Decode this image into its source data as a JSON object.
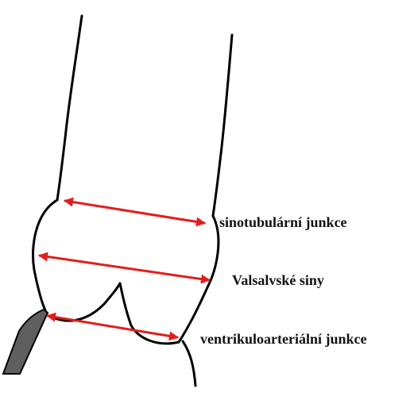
{
  "labels": {
    "sinotubular": "sinotubulární junkce",
    "sinus": "Valsalvské siny",
    "ventriculoarterial": "ventrikuloarteriální junkce"
  },
  "colors": {
    "outline": "#000000",
    "measurement": "#e31d1d",
    "catheter": "#5f5f5f",
    "background": "#ffffff"
  }
}
